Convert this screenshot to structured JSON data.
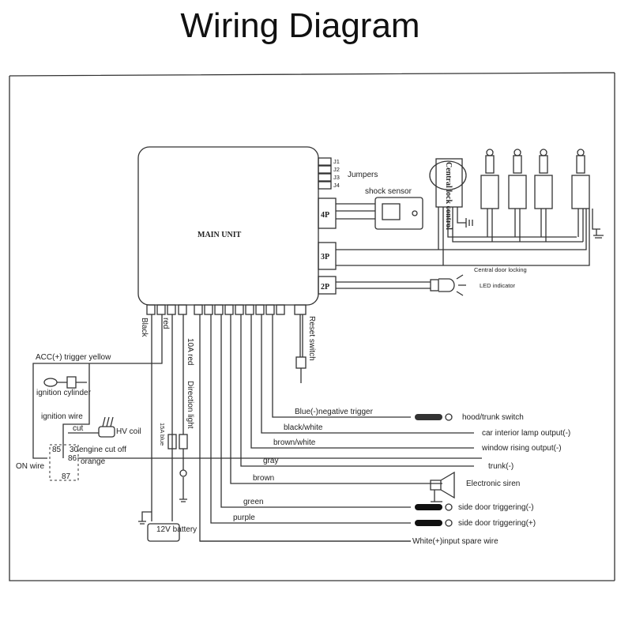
{
  "title": "Wiring Diagram",
  "main_unit": "MAIN UNIT",
  "connectors": {
    "p4": "4P",
    "p3": "3P",
    "p2": "2P"
  },
  "jumpers": {
    "label": "Jumpers",
    "items": [
      "J1",
      "J2",
      "J3",
      "J4"
    ]
  },
  "shock_sensor": "shock sensor",
  "central_lock": "Central lock control",
  "central_door_locking": "Central door locking",
  "led_indicator": "LED indicator",
  "reset_switch": "Reset switch",
  "left": {
    "black": "Black",
    "red": "red",
    "red10a": "10A red",
    "direction_light": "Direction light",
    "blue15a": "15A blue",
    "acc": "ACC(+) trigger  yellow",
    "ignition_cylinder": "ignition cylinder",
    "ignition_wire": "ignition wire",
    "cut": "cut",
    "hv_coil": "HV coil",
    "engine_cut_off": "engine cut off",
    "orange": "orange",
    "on_wire": "ON wire",
    "relay_pins": [
      "85",
      "30",
      "86",
      "87"
    ],
    "battery": "12V battery"
  },
  "wires": [
    {
      "color": "Blue(-)negative trigger",
      "output": "hood/trunk switch"
    },
    {
      "color": "black/white",
      "output": "car interior lamp output(-)"
    },
    {
      "color": "brown/white",
      "output": "window rising output(-)"
    },
    {
      "color": "gray",
      "output": "trunk(-)"
    },
    {
      "color": "brown",
      "output": "Electronic siren"
    },
    {
      "color": "green",
      "output": "side door triggering(-)"
    },
    {
      "color": "purple",
      "output": "side door triggering(+)"
    },
    {
      "color": "",
      "output": "White(+)input spare wire"
    }
  ]
}
